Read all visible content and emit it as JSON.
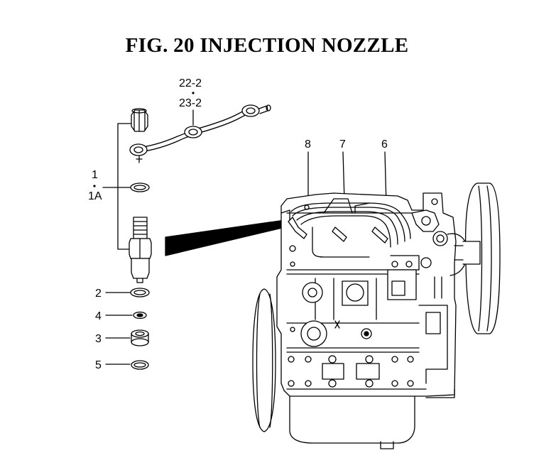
{
  "figure": {
    "title": "FIG. 20  INJECTION NOZZLE",
    "callouts": {
      "pipe_top": "22-2",
      "pipe_bottom": "23-2",
      "c1": "1",
      "c1a": "1A",
      "c2": "2",
      "c3": "3",
      "c4": "4",
      "c5": "5",
      "c6": "6",
      "c7": "7",
      "c8": "8"
    }
  }
}
